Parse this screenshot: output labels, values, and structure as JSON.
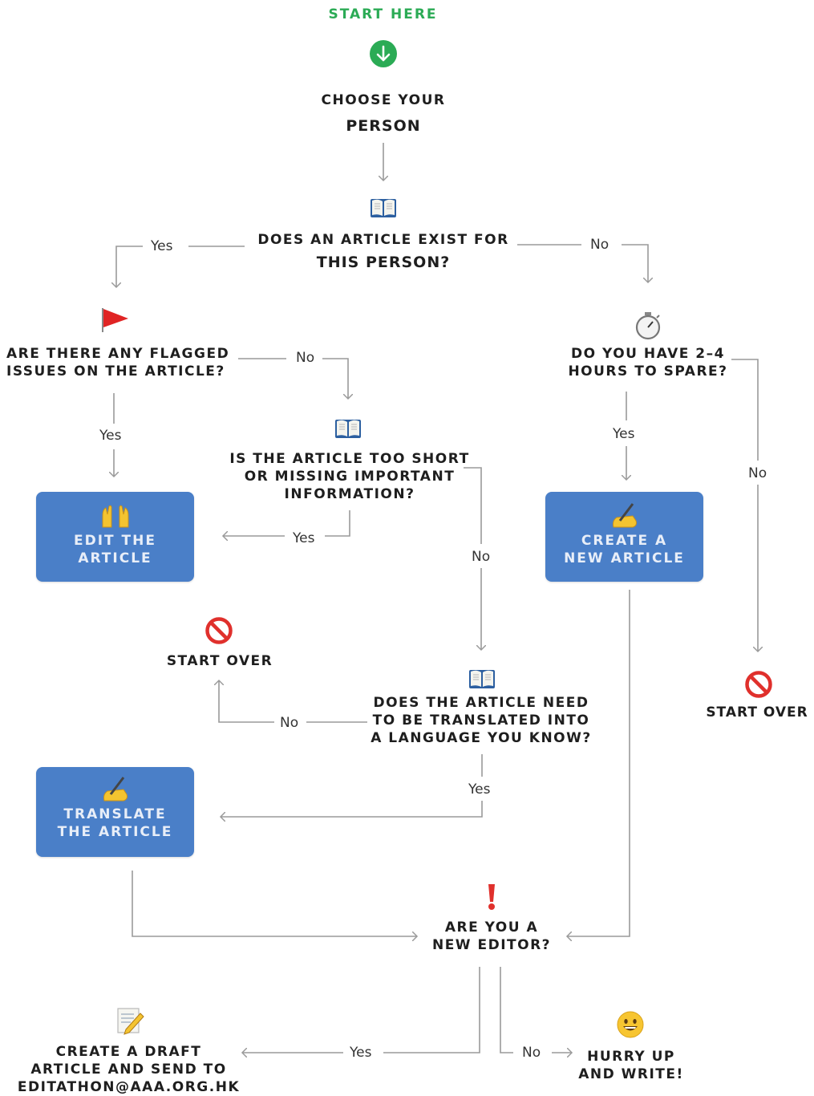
{
  "start": {
    "label": "START HERE"
  },
  "choose": {
    "line1": "CHOOSE YOUR",
    "line2": "PERSON"
  },
  "article_exist": {
    "line1": "DOES AN ARTICLE EXIST FOR",
    "line2": "THIS PERSON?"
  },
  "flagged": {
    "line1": "ARE THERE ANY FLAGGED",
    "line2": "ISSUES ON THE ARTICLE?"
  },
  "time": {
    "line1": "DO YOU HAVE 2–4",
    "line2": "HOURS TO SPARE?"
  },
  "too_short": {
    "line1": "IS THE ARTICLE TOO SHORT",
    "line2": "OR MISSING IMPORTANT",
    "line3": "INFORMATION?"
  },
  "edit_box": {
    "line1": "EDIT THE",
    "line2": "ARTICLE"
  },
  "create_box": {
    "line1": "CREATE A",
    "line2": "NEW ARTICLE"
  },
  "translate_box": {
    "line1": "TRANSLATE",
    "line2": "THE ARTICLE"
  },
  "start_over_1": {
    "label": "START OVER"
  },
  "start_over_2": {
    "label": "START OVER"
  },
  "translate_q": {
    "line1": "DOES THE ARTICLE NEED",
    "line2": "TO BE TRANSLATED INTO",
    "line3": "A LANGUAGE YOU KNOW?"
  },
  "new_editor": {
    "line1": "ARE YOU A",
    "line2": "NEW EDITOR?"
  },
  "draft": {
    "line1": "CREATE A DRAFT",
    "line2": "ARTICLE AND SEND TO",
    "line3": "EDITATHON@AAA.ORG.HK"
  },
  "hurry": {
    "line1": "HURRY UP",
    "line2": "AND WRITE!"
  },
  "labels": {
    "yes": "Yes",
    "no": "No"
  },
  "colors": {
    "box": "#4a7fc8",
    "start": "#2bab55",
    "connector": "#9a9a9a"
  },
  "icons": [
    "arrow-down-circle-icon",
    "book-icon",
    "red-flag-icon",
    "stopwatch-icon",
    "raised-hands-icon",
    "writing-hand-icon",
    "prohibited-icon",
    "exclamation-icon",
    "memo-icon",
    "smiley-icon"
  ]
}
